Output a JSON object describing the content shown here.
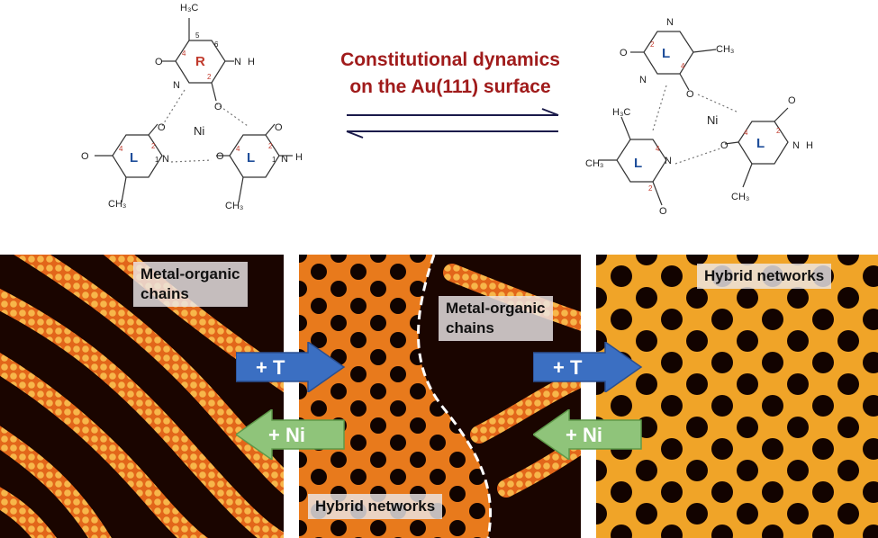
{
  "header": {
    "title_line1": "Constitutional dynamics",
    "title_line2": "on the Au(111) surface"
  },
  "colors": {
    "title": "#a01b1b",
    "ring_L": "#1f4e9a",
    "ring_R": "#c0392b",
    "arrow_T": "#3b6fc2",
    "arrow_Ni": "#8fc47a"
  },
  "molecules": {
    "left_ring_labels": [
      "R",
      "L",
      "L"
    ],
    "right_ring_labels": [
      "L",
      "L",
      "L"
    ],
    "metal_label": "Ni"
  },
  "panels": {
    "left_label_line1": "Metal-organic",
    "left_label_line2": "chains",
    "middle_top_label_line1": "Metal-organic",
    "middle_top_label_line2": "chains",
    "middle_bottom_label": "Hybrid networks",
    "right_label": "Hybrid networks"
  },
  "arrows": {
    "forward_label": "+ T",
    "backward_label": "+ Ni"
  }
}
